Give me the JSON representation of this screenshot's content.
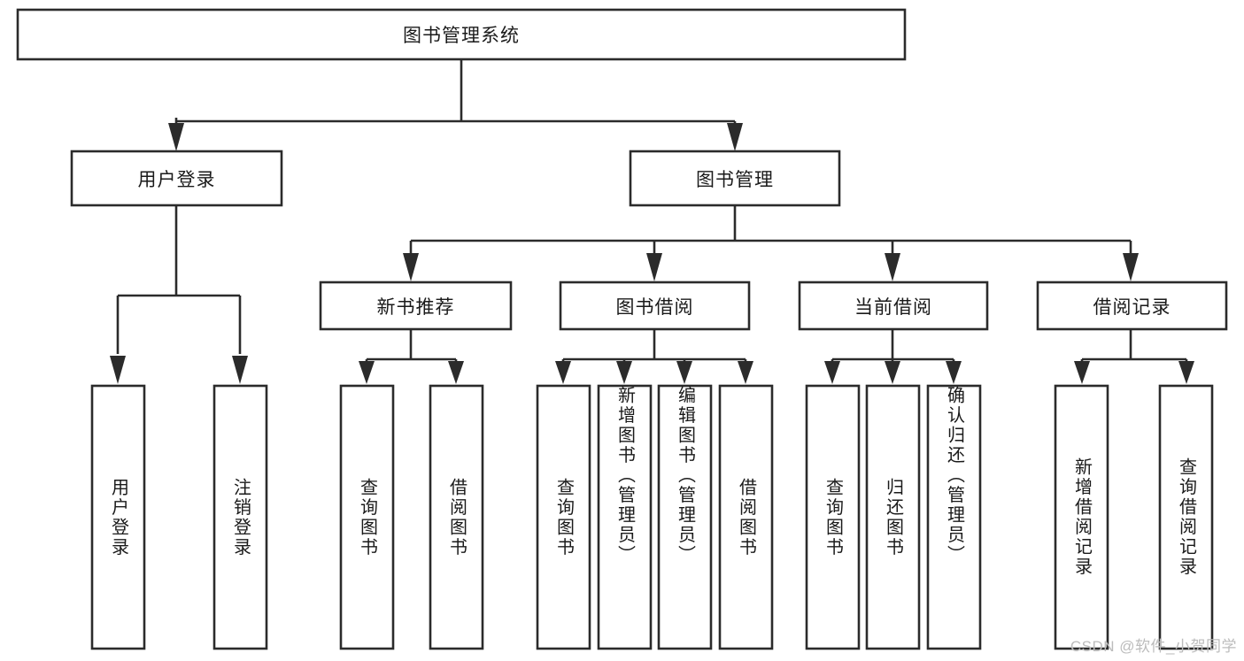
{
  "diagram": {
    "title": "图书管理系统",
    "type": "hierarchy-tree",
    "watermark": "CSDN @软件_小贺同学",
    "root": {
      "label": "图书管理系统",
      "orientation": "horizontal"
    },
    "level2": [
      {
        "label": "用户登录",
        "orientation": "horizontal"
      },
      {
        "label": "图书管理",
        "orientation": "horizontal"
      }
    ],
    "level3": [
      {
        "label": "新书推荐",
        "orientation": "horizontal",
        "parent": "图书管理"
      },
      {
        "label": "图书借阅",
        "orientation": "horizontal",
        "parent": "图书管理"
      },
      {
        "label": "当前借阅",
        "orientation": "horizontal",
        "parent": "图书管理"
      },
      {
        "label": "借阅记录",
        "orientation": "horizontal",
        "parent": "图书管理"
      }
    ],
    "leaves": [
      {
        "label": "用户登录",
        "orientation": "vertical",
        "parent": "用户登录"
      },
      {
        "label": "注销登录",
        "orientation": "vertical",
        "parent": "用户登录"
      },
      {
        "label": "查询图书",
        "orientation": "vertical",
        "parent": "新书推荐"
      },
      {
        "label": "借阅图书",
        "orientation": "vertical",
        "parent": "新书推荐"
      },
      {
        "label": "查询图书",
        "orientation": "vertical",
        "parent": "图书借阅"
      },
      {
        "label": "新增图书（管理员）",
        "orientation": "vertical",
        "parent": "图书借阅"
      },
      {
        "label": "编辑图书（管理员）",
        "orientation": "vertical",
        "parent": "图书借阅"
      },
      {
        "label": "借阅图书",
        "orientation": "vertical",
        "parent": "图书借阅"
      },
      {
        "label": "查询图书",
        "orientation": "vertical",
        "parent": "当前借阅"
      },
      {
        "label": "归还图书",
        "orientation": "vertical",
        "parent": "当前借阅"
      },
      {
        "label": "确认归还（管理员）",
        "orientation": "vertical",
        "parent": "当前借阅"
      },
      {
        "label": "新增借阅记录",
        "orientation": "vertical",
        "parent": "借阅记录"
      },
      {
        "label": "查询借阅记录",
        "orientation": "vertical",
        "parent": "借阅记录"
      }
    ],
    "colors": {
      "stroke": "#2b2b2b",
      "fill": "#ffffff",
      "text": "#1a1a1a",
      "watermark": "#bcbcbc",
      "background": "#ffffff"
    }
  }
}
